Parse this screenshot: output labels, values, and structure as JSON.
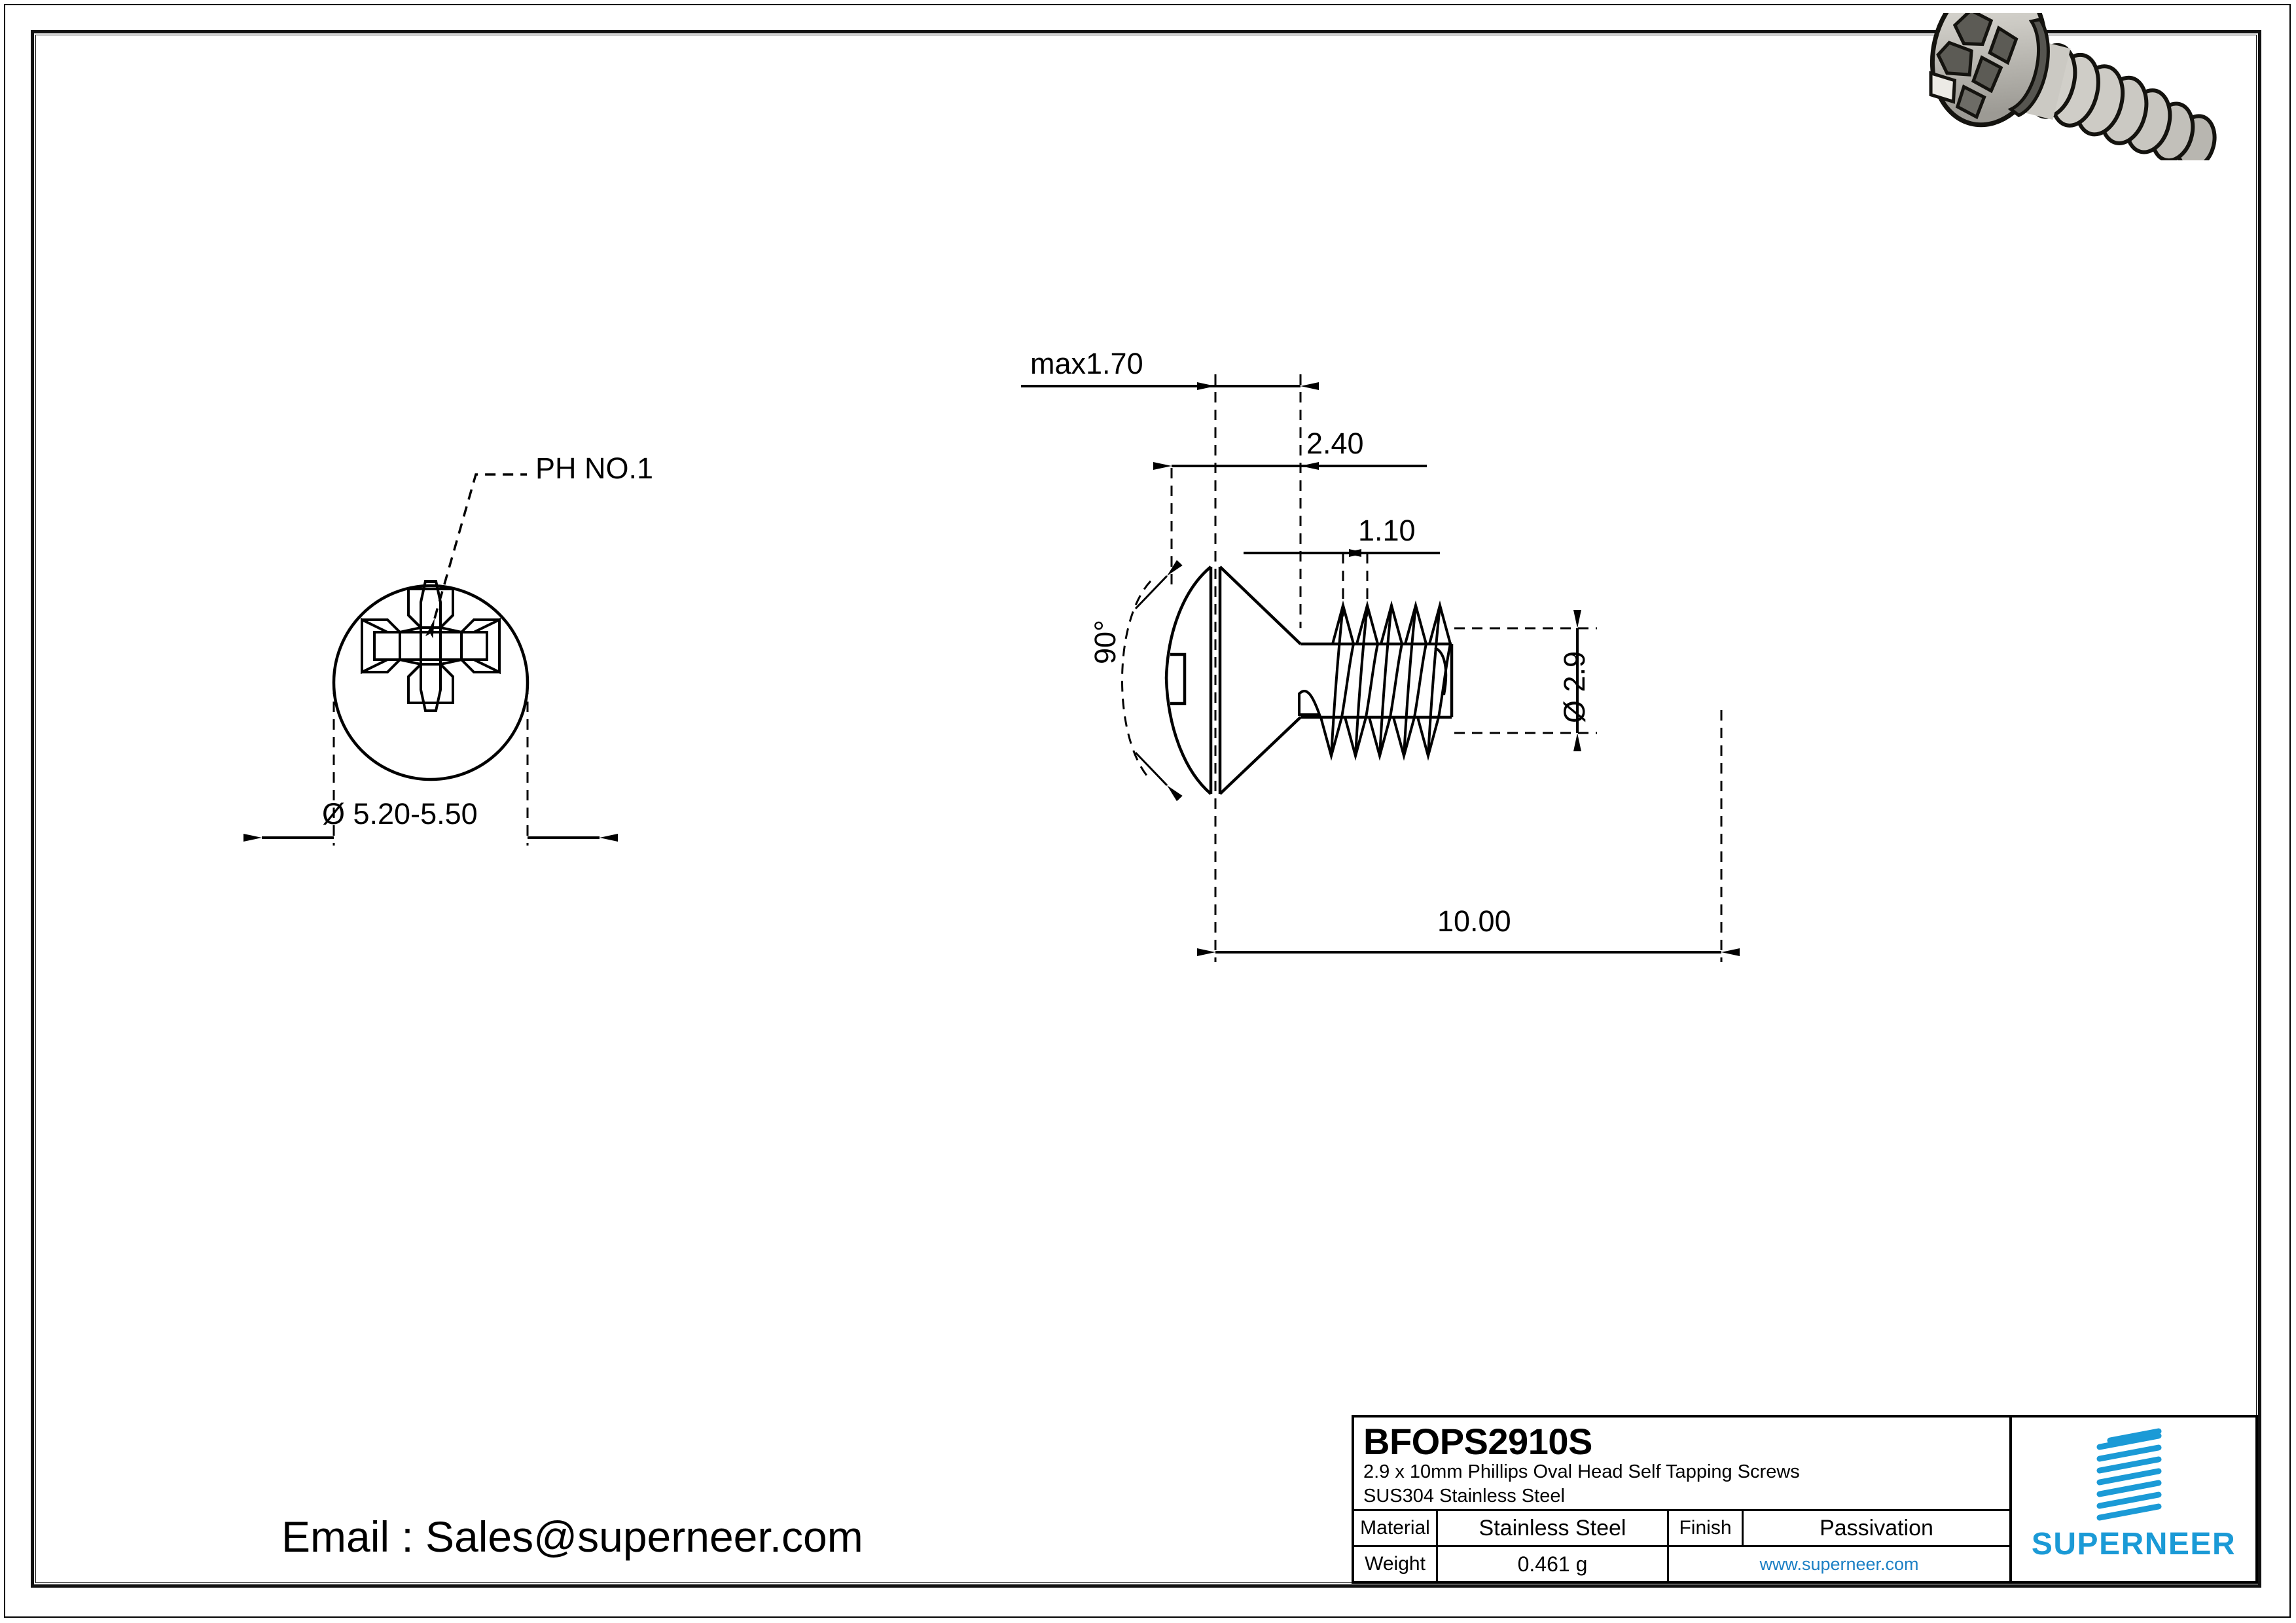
{
  "drawing": {
    "type": "engineering-drawing",
    "product": "2.9 x 10mm Phillips Oval Head Self Tapping Screws"
  },
  "front_view": {
    "drive_callout": "PH NO.1",
    "head_diameter_dim": "Ø 5.20-5.50"
  },
  "side_view": {
    "head_height_dim": "max1.70",
    "head_offset_dim": "2.40",
    "thread_pitch_dim": "1.10",
    "countersink_angle_dim": "90°",
    "shank_diameter_dim": "Ø 2.9",
    "length_dim": "10.00"
  },
  "title_block": {
    "part_number": "BFOPS2910S",
    "description_line1": "2.9 x 10mm Phillips Oval Head Self Tapping Screws",
    "description_line2": "SUS304 Stainless Steel",
    "material_label": "Material",
    "material_value": "Stainless Steel",
    "finish_label": "Finish",
    "finish_value": "Passivation",
    "weight_label": "Weight",
    "weight_value": "0.461 g",
    "website": "www.supernee r.com",
    "website_text": "www.superneer.com",
    "brand_name": "SUPERNEER",
    "brand_color": "#1B9AD6",
    "link_color": "#1B7FC4"
  },
  "footer": {
    "email": "Email : Sales@superneer.com"
  },
  "colors": {
    "line": "#000000",
    "accent": "#1B9AD6",
    "metal_light": "#d6d4cf",
    "metal_mid": "#b4b2ac",
    "metal_dark": "#6a6862",
    "metal_darkest": "#47463f"
  }
}
